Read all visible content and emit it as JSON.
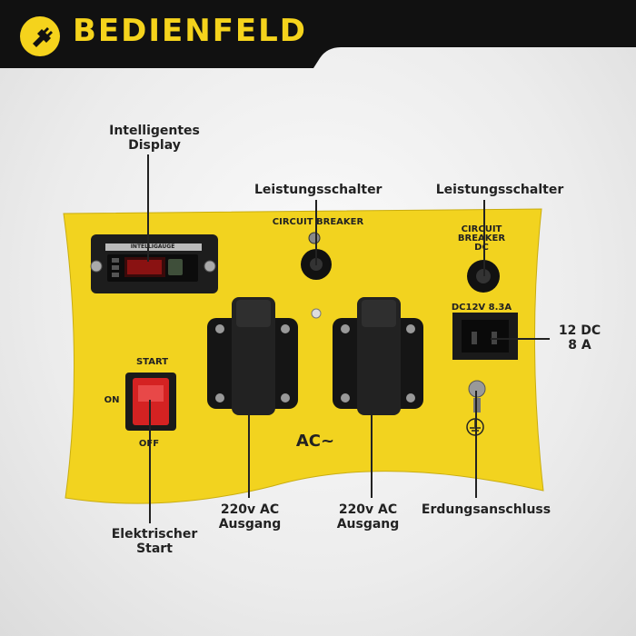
{
  "header": {
    "title": "BEDIENFELD",
    "logo_icon": "plug-icon",
    "colors": {
      "accent": "#f5d31c",
      "bar": "#111111"
    }
  },
  "callouts": {
    "display_line1": "Intelligentes",
    "display_line2": "Display",
    "breaker1": "Leistungsschalter",
    "breaker2": "Leistungsschalter",
    "dc_line1": "12 DC",
    "dc_line2": "8 A",
    "start_line1": "Elektrischer",
    "start_line2": "Start",
    "ac1_line1": "220v AC",
    "ac1_line2": "Ausgang",
    "ac2_line1": "220v AC",
    "ac2_line2": "Ausgang",
    "ground": "Erdungsanschluss"
  },
  "panel": {
    "circuit_breaker": "CIRCUIT BREAKER",
    "dc_breaker_line1": "CIRCUIT",
    "dc_breaker_line2": "BREAKER",
    "dc_breaker_line3": "DC",
    "dc_rating": "DC12V 8.3A",
    "display_brand": "INTELLIGAUGE",
    "start": "START",
    "on": "ON",
    "off": "OFF",
    "ac_symbol": "AC~",
    "panel_color": "#f2d31f"
  }
}
